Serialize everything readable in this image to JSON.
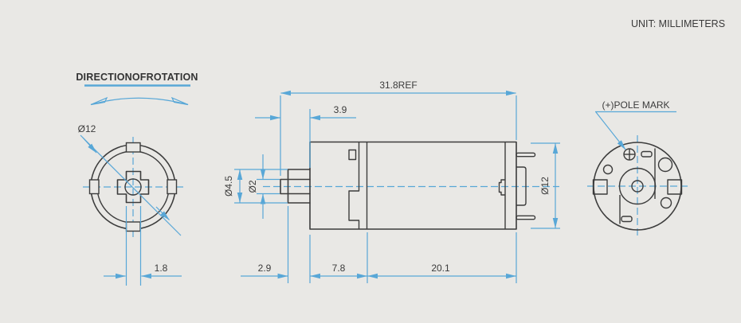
{
  "unit_note": "UNIT: MILLIMETERS",
  "colors": {
    "background": "#e9e8e5",
    "line": "#3c3c3c",
    "accent_blue": "#58a7d7",
    "text": "#3b3b3b"
  },
  "front_view": {
    "title": "DIRECTIONOFROTATION",
    "dims": {
      "outer_diameter": "Ø12",
      "slot_width": "1.8"
    }
  },
  "side_view": {
    "dims": {
      "overall_length": "31.8REF",
      "shaft_extension": "3.9",
      "boss_diameter": "Ø4.5",
      "shaft_diameter": "Ø2",
      "boss_length": "2.9",
      "gearbox_length": "7.8",
      "motor_length": "20.1",
      "body_diameter": "Ø12"
    }
  },
  "rear_view": {
    "label": "(+)POLE MARK"
  }
}
